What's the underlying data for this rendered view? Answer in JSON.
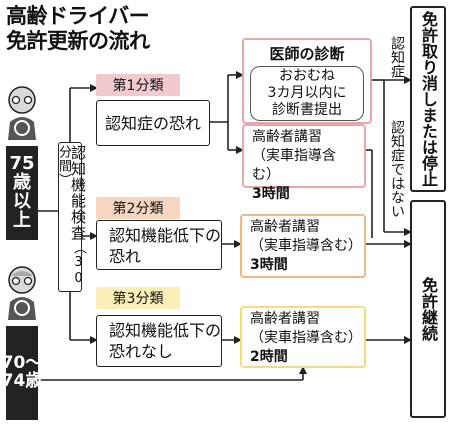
{
  "title": {
    "line1": "高齢ドライバー",
    "line2": "免許更新の流れ"
  },
  "groups": {
    "age75": "75歳以上",
    "age70": "70〜74歳"
  },
  "test": {
    "label": "認知機能検査（30分間）",
    "main": "認知機能検査",
    "duration": "（30分間）"
  },
  "categories": [
    {
      "label": "第1分類",
      "result": "認知症の恐れ",
      "color": "#f2c9cc"
    },
    {
      "label": "第2分類",
      "result_line1": "認知機能低下の",
      "result_line2": "恐れ",
      "color": "#f6d6c0"
    },
    {
      "label": "第3分類",
      "result_line1": "認知機能低下の",
      "result_line2": "恐れなし",
      "color": "#fbeeb6"
    }
  ],
  "diagnosis": {
    "title": "医師の診断",
    "line1": "おおむね",
    "line2": "3カ月以内に",
    "line3": "診断書提出"
  },
  "lectures": [
    {
      "title": "高齢者講習",
      "sub": "（実車指導含む）",
      "hours": "3時間"
    },
    {
      "title": "高齢者講習",
      "sub": "（実車指導含む）",
      "hours": "3時間"
    },
    {
      "title": "高齢者講習",
      "sub": "（実車指導含む）",
      "hours": "2時間"
    }
  ],
  "branch_labels": {
    "dementia": "認知症",
    "not_dementia": "認知症ではない"
  },
  "outcomes": {
    "revoke": "免許取り消しまたは停止",
    "continue": "免許継続"
  },
  "colors": {
    "cat1": "#f2c9cc",
    "cat2": "#f6d6c0",
    "cat3": "#fbeeb6",
    "dark": "#222222"
  }
}
